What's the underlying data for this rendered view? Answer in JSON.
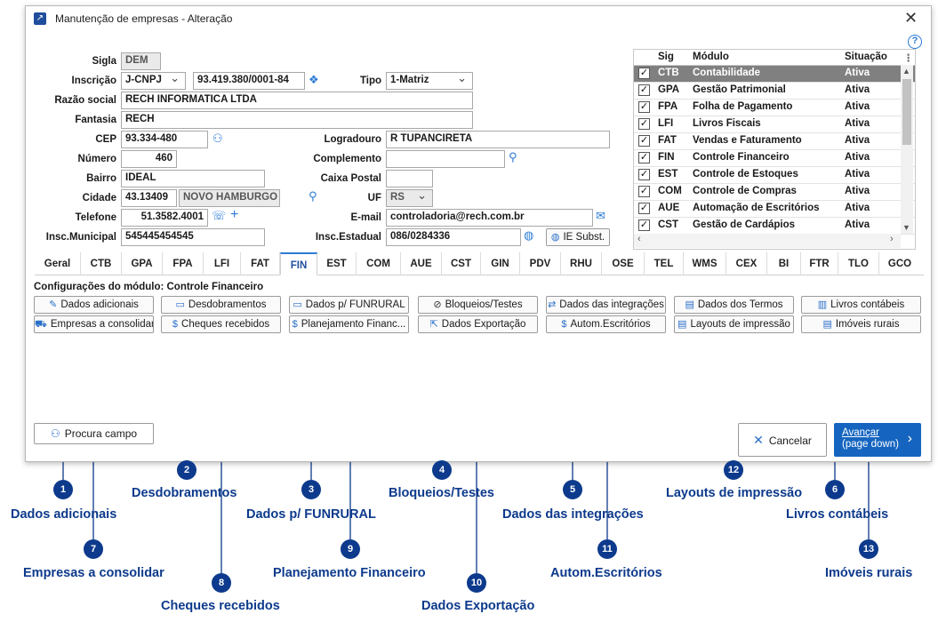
{
  "window": {
    "title": "Manutenção de empresas - Alteração",
    "help_symbol": "?",
    "close_symbol": "✕"
  },
  "form": {
    "sigla_label": "Sigla",
    "sigla": "DEM",
    "inscricao_label": "Inscrição",
    "inscricao_tipo": "J-CNPJ",
    "inscricao": "93.419.380/0001-84",
    "tipo_label": "Tipo",
    "tipo": "1-Matriz",
    "razao_label": "Razão social",
    "razao": "RECH INFORMATICA LTDA",
    "fantasia_label": "Fantasia",
    "fantasia": "RECH",
    "cep_label": "CEP",
    "cep": "93.334-480",
    "logradouro_label": "Logradouro",
    "logradouro": "R TUPANCIRETA",
    "numero_label": "Número",
    "numero": "460",
    "complemento_label": "Complemento",
    "complemento": "",
    "bairro_label": "Bairro",
    "bairro": "IDEAL",
    "caixa_label": "Caixa Postal",
    "caixa": "",
    "cidade_label": "Cidade",
    "cidade_codigo": "43.13409",
    "cidade_nome": "NOVO HAMBURGO",
    "uf_label": "UF",
    "uf": "RS",
    "telefone_label": "Telefone",
    "telefone": "51.3582.4001",
    "email_label": "E-mail",
    "email": "controladoria@rech.com.br",
    "insc_municipal_label": "Insc.Municipal",
    "insc_municipal": "545445454545",
    "insc_estadual_label": "Insc.Estadual",
    "insc_estadual": "086/0284336",
    "ie_subst_label": "IE Subst."
  },
  "modules_table": {
    "headers": [
      "Sig",
      "Módulo",
      "Situação"
    ],
    "rows": [
      {
        "sig": "CTB",
        "modulo": "Contabilidade",
        "situacao": "Ativa"
      },
      {
        "sig": "GPA",
        "modulo": "Gestão Patrimonial",
        "situacao": "Ativa"
      },
      {
        "sig": "FPA",
        "modulo": "Folha de Pagamento",
        "situacao": "Ativa"
      },
      {
        "sig": "LFI",
        "modulo": "Livros Fiscais",
        "situacao": "Ativa"
      },
      {
        "sig": "FAT",
        "modulo": "Vendas e Faturamento",
        "situacao": "Ativa"
      },
      {
        "sig": "FIN",
        "modulo": "Controle Financeiro",
        "situacao": "Ativa"
      },
      {
        "sig": "EST",
        "modulo": "Controle de Estoques",
        "situacao": "Ativa"
      },
      {
        "sig": "COM",
        "modulo": "Controle de Compras",
        "situacao": "Ativa"
      },
      {
        "sig": "AUE",
        "modulo": "Automação de Escritórios",
        "situacao": "Ativa"
      },
      {
        "sig": "CST",
        "modulo": "Gestão de Cardápios",
        "situacao": "Ativa"
      }
    ]
  },
  "tabs": [
    "Geral",
    "CTB",
    "GPA",
    "FPA",
    "LFI",
    "FAT",
    "FIN",
    "EST",
    "COM",
    "AUE",
    "CST",
    "GIN",
    "PDV",
    "RHU",
    "OSE",
    "TEL",
    "WMS",
    "CEX",
    "BI",
    "FTR",
    "TLO",
    "GCO"
  ],
  "section_title": "Configurações do módulo: Controle Financeiro",
  "buttons": {
    "dados_adicionais": "Dados adicionais",
    "desdobramentos": "Desdobramentos",
    "dados_funrural": "Dados p/ FUNRURAL",
    "bloqueios": "Bloqueios/Testes",
    "dados_integracoes": "Dados das integrações",
    "dados_termos": "Dados dos Termos",
    "livros_contabeis": "Livros contábeis",
    "empresas_consolidar": "Empresas a consolidar",
    "cheques_recebidos": "Cheques recebidos",
    "planejamento": "Planejamento Financ...",
    "dados_exportacao": "Dados Exportação",
    "autom_escritorios": "Autom.Escritórios",
    "layouts_impressao": "Layouts de impressão",
    "imoveis_rurais": "Imóveis rurais",
    "procura_campo": "Procura campo",
    "cancelar": "Cancelar",
    "avancar": "Avançar",
    "avancar_sub": "(page down)"
  },
  "callouts": [
    {
      "num": "1",
      "text": "Dados adicionais"
    },
    {
      "num": "2",
      "text": "Desdobramentos"
    },
    {
      "num": "3",
      "text": "Dados p/ FUNRURAL"
    },
    {
      "num": "4",
      "text": "Bloqueios/Testes"
    },
    {
      "num": "5",
      "text": "Dados das integrações"
    },
    {
      "num": "6",
      "text": "Livros contábeis"
    },
    {
      "num": "7",
      "text": "Empresas a consolidar"
    },
    {
      "num": "8",
      "text": "Cheques recebidos"
    },
    {
      "num": "9",
      "text": "Planejamento Financeiro"
    },
    {
      "num": "10",
      "text": "Dados Exportação"
    },
    {
      "num": "11",
      "text": "Autom.Escritórios"
    },
    {
      "num": "12",
      "text": "Layouts de impressão"
    },
    {
      "num": "13",
      "text": "Imóveis rurais"
    }
  ],
  "colors": {
    "accent": "#2a7bd5",
    "callout": "#0d3a8c",
    "primary_button": "#1565c0"
  }
}
